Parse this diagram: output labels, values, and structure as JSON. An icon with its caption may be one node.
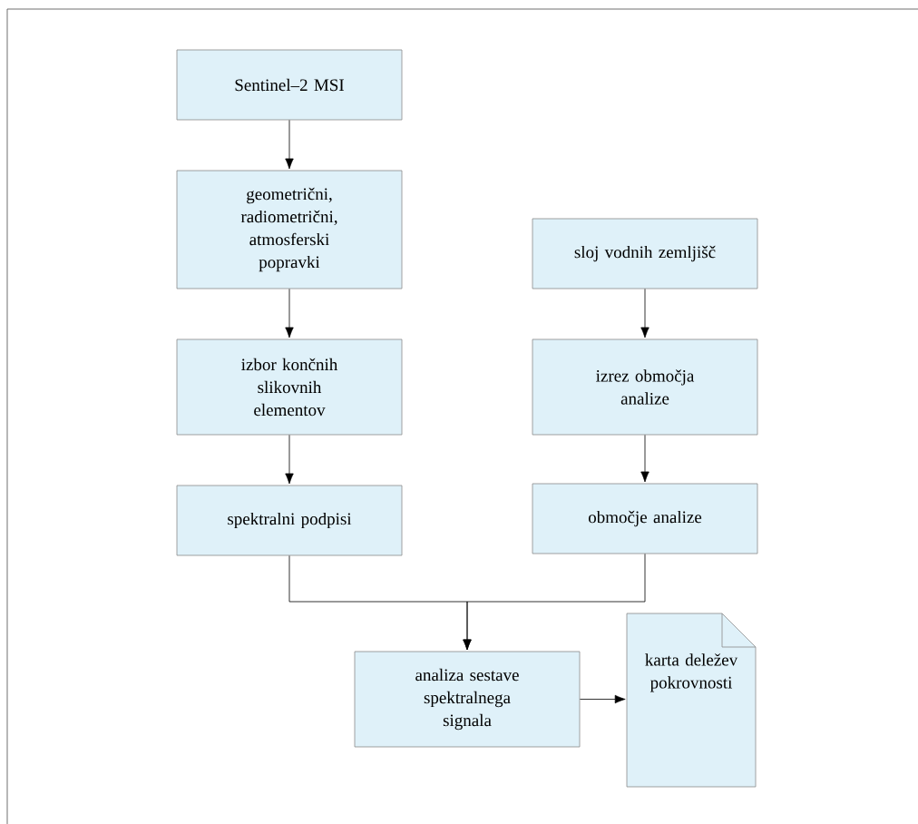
{
  "diagram": {
    "nodes": [
      {
        "text": [
          "Sentinel–2 MSI"
        ]
      },
      {
        "text": [
          "geometrični, radiometrični, atmosferski popravki"
        ]
      },
      {
        "text": [
          "izbor končnih slikovnih elementov"
        ]
      },
      {
        "text": [
          "spektralni podpisi"
        ]
      },
      {
        "text": [
          "sloj vodnih zemljišč"
        ]
      },
      {
        "text": [
          "izrez območja analize"
        ]
      },
      {
        "text": [
          "območje analize"
        ]
      },
      {
        "text": [
          "analiza sestave spektralnega signala"
        ]
      },
      {
        "text": [
          "karta deležev pokrovnosti"
        ]
      }
    ],
    "edges": [
      {
        "from": 0,
        "to": 1,
        "arrow": "to"
      },
      {
        "from": 1,
        "to": 2,
        "arrow": "to"
      },
      {
        "from": 2,
        "to": 3,
        "arrow": "to"
      },
      {
        "from": 4,
        "to": 5,
        "arrow": "to"
      },
      {
        "from": 5,
        "to": 6,
        "arrow": "to"
      },
      {
        "from": 3,
        "to": 7,
        "arrow": "to"
      },
      {
        "from": 6,
        "to": 7,
        "arrow": "to"
      },
      {
        "from": 7,
        "to": 8,
        "arrow": "to"
      }
    ]
  }
}
